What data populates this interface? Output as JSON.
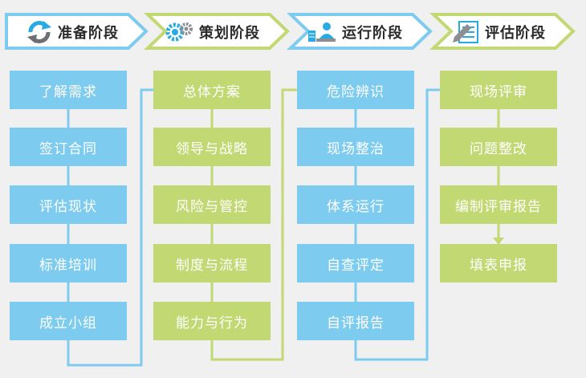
{
  "colors": {
    "blue": "#7dccef",
    "green": "#c2d872",
    "header_border_1": "#7dccef",
    "header_border_2": "#c2d872",
    "connector_1": "#7dccef",
    "connector_2": "#c2d872"
  },
  "stages": [
    {
      "title": "准备阶段",
      "icon": "refresh-arrows-icon",
      "color": "blue",
      "steps": [
        "了解需求",
        "签订合同",
        "评估现状",
        "标准培训",
        "成立小组"
      ]
    },
    {
      "title": "策划阶段",
      "icon": "gears-icon",
      "color": "green",
      "steps": [
        "总体方案",
        "领导与战略",
        "风险与管控",
        "制度与流程",
        "能力与行为"
      ]
    },
    {
      "title": "运行阶段",
      "icon": "worker-at-desk-icon",
      "color": "blue",
      "steps": [
        "危险辨识",
        "现场整治",
        "体系运行",
        "自查评定",
        "自评报告"
      ]
    },
    {
      "title": "评估阶段",
      "icon": "clipboard-pen-icon",
      "color": "green",
      "steps": [
        "现场评审",
        "问题整改",
        "编制评审报告",
        "填表申报"
      ]
    }
  ]
}
